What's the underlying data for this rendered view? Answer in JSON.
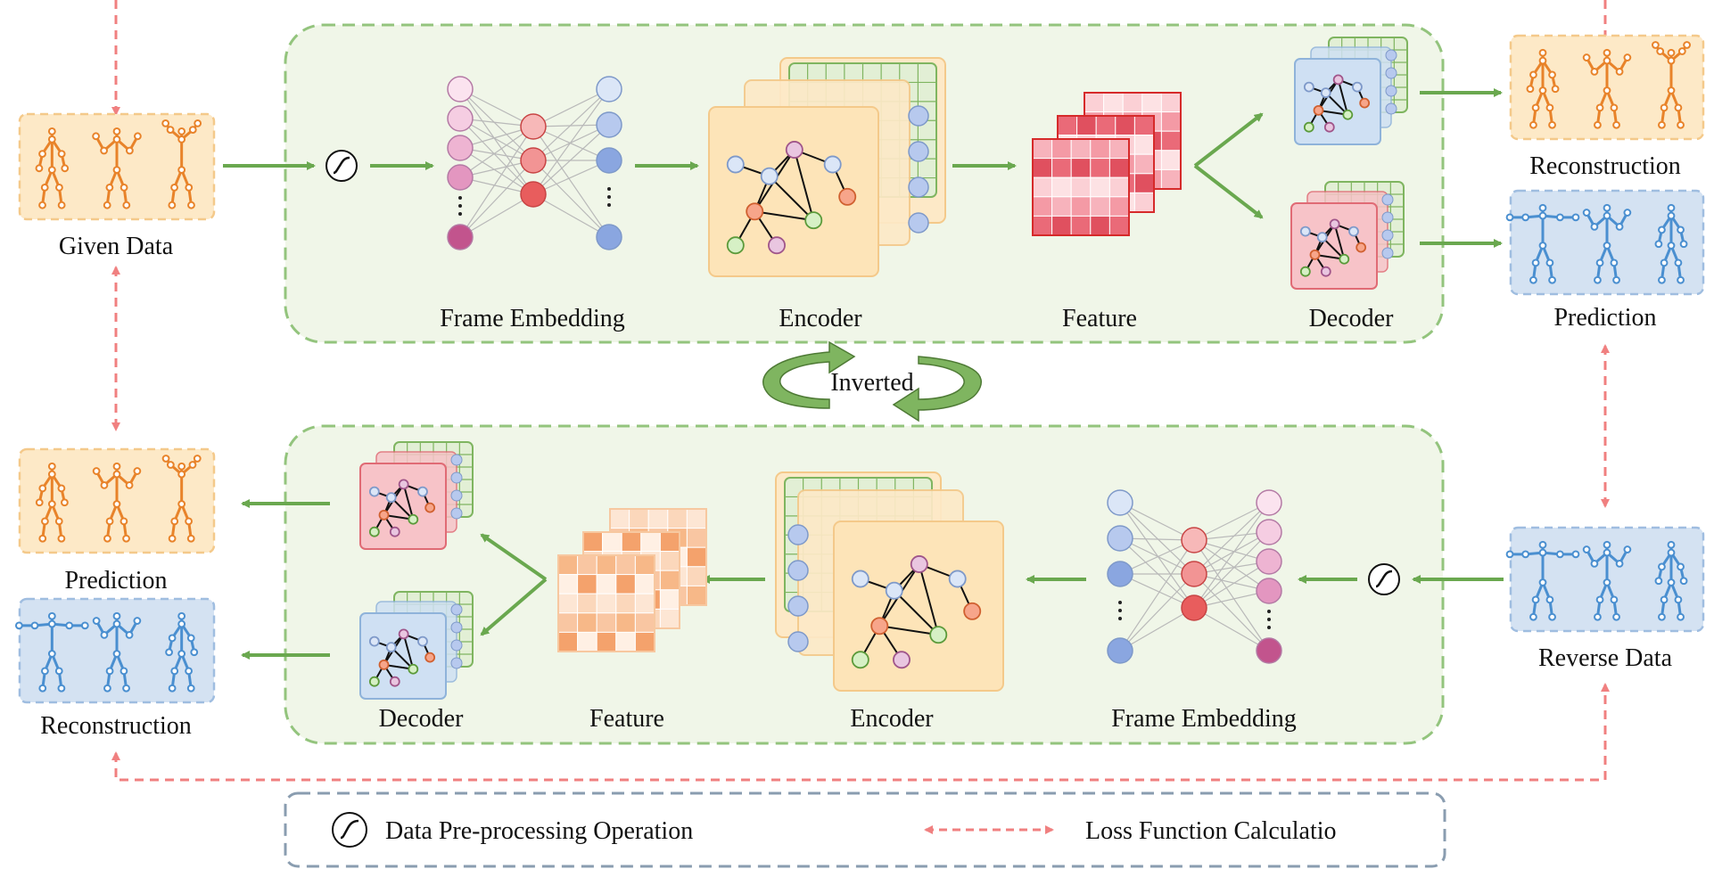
{
  "labels": {
    "given_data": "Given Data",
    "reconstruction_top_right": "Reconstruction",
    "prediction_top_right": "Prediction",
    "prediction_left": "Prediction",
    "reconstruction_left": "Reconstruction",
    "reverse_data": "Reverse Data",
    "inverted": "Inverted"
  },
  "top_branch": {
    "frame_embedding": "Frame Embedding",
    "encoder": "Encoder",
    "feature": "Feature",
    "decoder": "Decoder"
  },
  "bottom_branch": {
    "decoder": "Decoder",
    "feature": "Feature",
    "encoder": "Encoder",
    "frame_embedding": "Frame Embedding"
  },
  "legend": {
    "preprocessing": "Data Pre-processing Operation",
    "loss": "Loss Function Calculatio"
  },
  "colors": {
    "green_arrow": "#6aa84f",
    "loss_arrow": "#f08080",
    "panel_fill": "#f0f6e8",
    "panel_border": "#93c47d",
    "orange_box_fill": "#fde9c7",
    "orange_skeleton": "#e8832a",
    "blue_box_fill": "#d4e2f2",
    "blue_skeleton": "#4a8fd0",
    "feature_red": "#e03c3c",
    "feature_orange": "#f0a060"
  }
}
